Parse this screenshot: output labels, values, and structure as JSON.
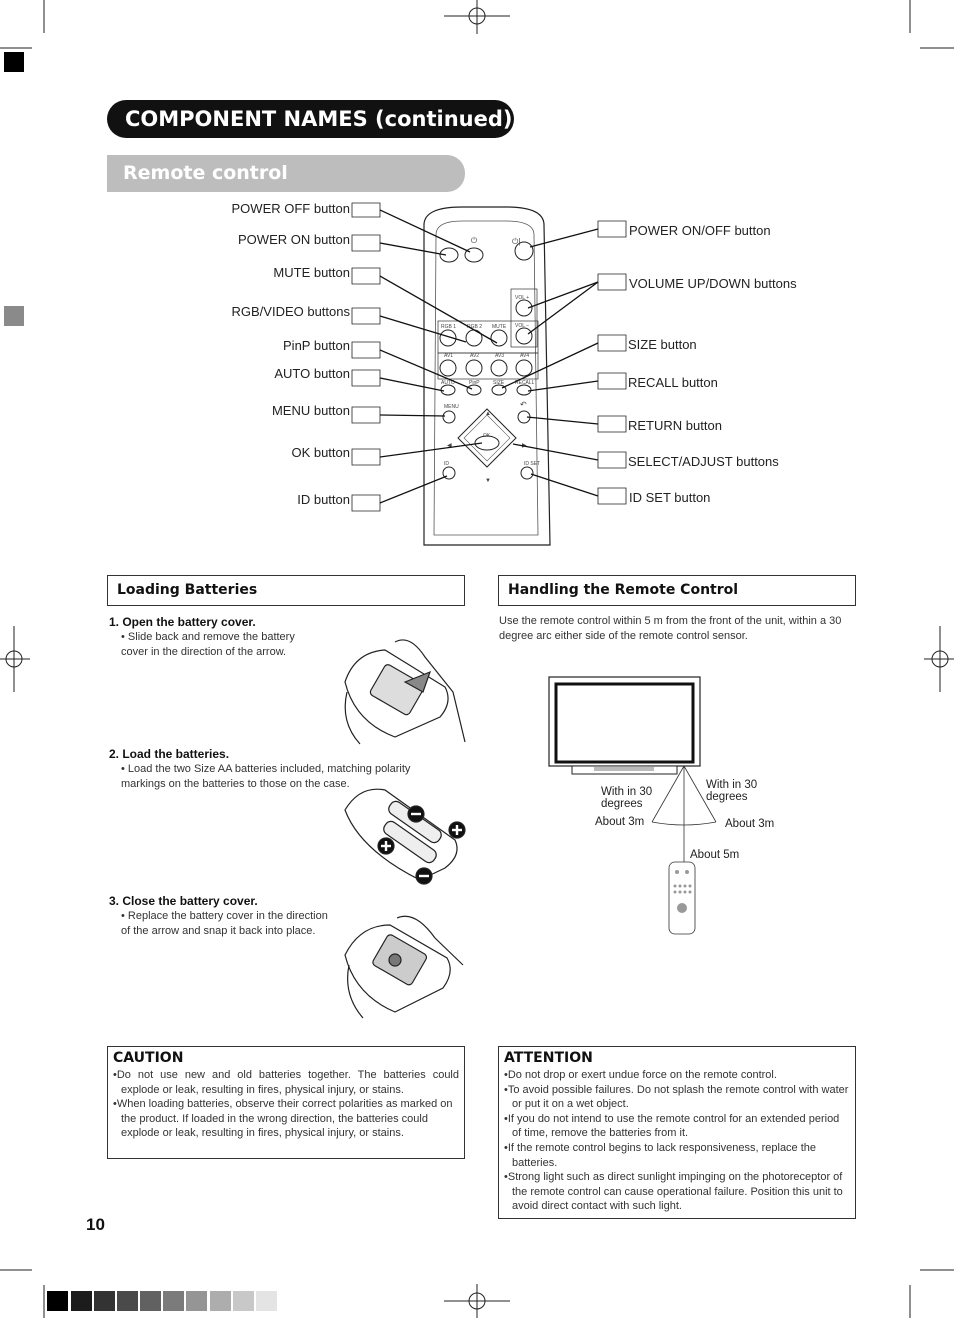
{
  "header": {
    "title": "COMPONENT NAMES (continued)",
    "subtitle": "Remote control"
  },
  "remote_labels": {
    "left": [
      "POWER OFF button",
      "POWER ON button",
      "MUTE button",
      "RGB/VIDEO buttons",
      "PinP button",
      "AUTO button",
      "MENU button",
      "OK button",
      "ID button"
    ],
    "right": [
      "POWER ON/OFF button",
      "VOLUME UP/DOWN buttons",
      "SIZE button",
      "RECALL button",
      "RETURN button",
      "SELECT/ADJUST buttons",
      "ID SET button"
    ]
  },
  "remote_keys": {
    "vol_up": "VOL +",
    "vol_down": "VOL −",
    "rgb1": "RGB 1",
    "rgb2": "RGB 2",
    "mute": "MUTE",
    "av1": "AV1",
    "av2": "AV2",
    "av3": "AV3",
    "av4": "AV4",
    "auto": "AUTO",
    "pinp": "PinP",
    "size": "SIZE",
    "recall": "RECALL",
    "menu": "MENU",
    "ok": "OK",
    "id": "ID",
    "idset": "ID SET"
  },
  "loading": {
    "heading": "Loading Batteries",
    "steps": [
      {
        "title": "1. Open the battery cover.",
        "text": "• Slide back and remove the battery cover in the direction of the arrow."
      },
      {
        "title": "2. Load the batteries.",
        "text": "• Load the two Size AA batteries included, matching polarity markings on the batteries to those on the case."
      },
      {
        "title": "3. Close the battery cover.",
        "text": "• Replace the battery cover in the direction of the arrow and snap it back into place."
      }
    ]
  },
  "handling": {
    "heading": "Handling the Remote Control",
    "text": "Use the remote control within 5 m from the front of the unit, within a 30 degree arc either side of the remote control sensor.",
    "diagram": {
      "left_angle": "With in 30\ndegrees",
      "right_angle": "With in 30\ndegrees",
      "left_dist": "About 3m",
      "right_dist": "About 3m",
      "center_dist": "About 5m"
    }
  },
  "caution": {
    "heading": "CAUTION",
    "items": [
      "Do not use new and old batteries together.  The batteries could explode or leak, resulting in fires, physical injury, or stains.",
      "When loading batteries, observe their correct polarities as marked on the product. If loaded in the wrong direction, the batteries could explode or leak, resulting in fires, physical injury, or stains."
    ]
  },
  "attention": {
    "heading": "ATTENTION",
    "items": [
      "Do not drop or exert undue force on the remote control.",
      "To avoid possible failures. Do not splash the remote control with water or put it on a wet object.",
      "If you do not intend to use the remote control for an extended period of time, remove the batteries from it.",
      "If the remote control begins to lack responsiveness, replace the batteries.",
      "Strong light such as direct sunlight impinging on the photoreceptor of the remote control can cause operational failure. Position this unit to avoid direct contact with such light."
    ]
  },
  "page_number": "10",
  "colors": {
    "title_bg": "#111111",
    "subtitle_bg": "#bdbdbd"
  }
}
